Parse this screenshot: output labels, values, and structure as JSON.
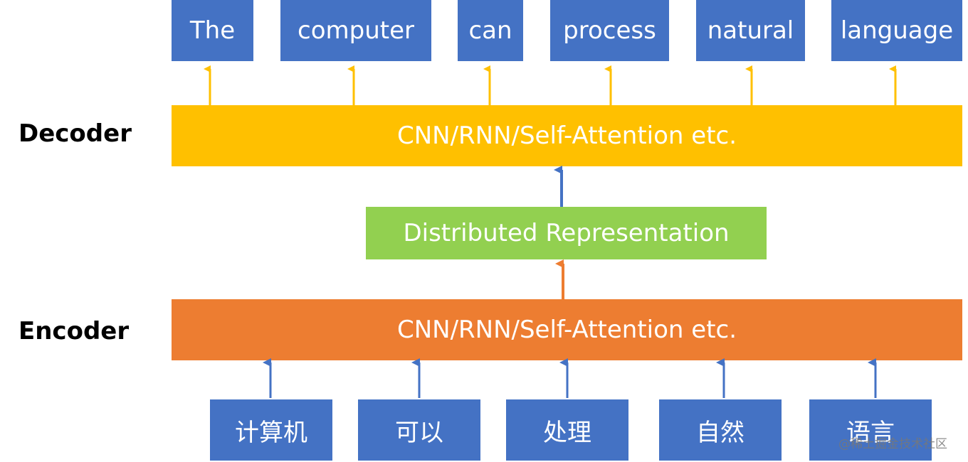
{
  "colors": {
    "token": "#4472C4",
    "decoder": "#FFC000",
    "encoder": "#ED7D31",
    "representation": "#92D050"
  },
  "labels": {
    "decoder": "Decoder",
    "encoder": "Encoder"
  },
  "output_tokens": [
    "The",
    "computer",
    "can",
    "process",
    "natural",
    "language"
  ],
  "input_tokens": [
    "计算机",
    "可以",
    "处理",
    "自然",
    "语言"
  ],
  "decoder_block": "CNN/RNN/Self-Attention etc.",
  "encoder_block": "CNN/RNN/Self-Attention etc.",
  "representation": "Distributed Representation",
  "watermark": "@稀土掘金技术社区"
}
